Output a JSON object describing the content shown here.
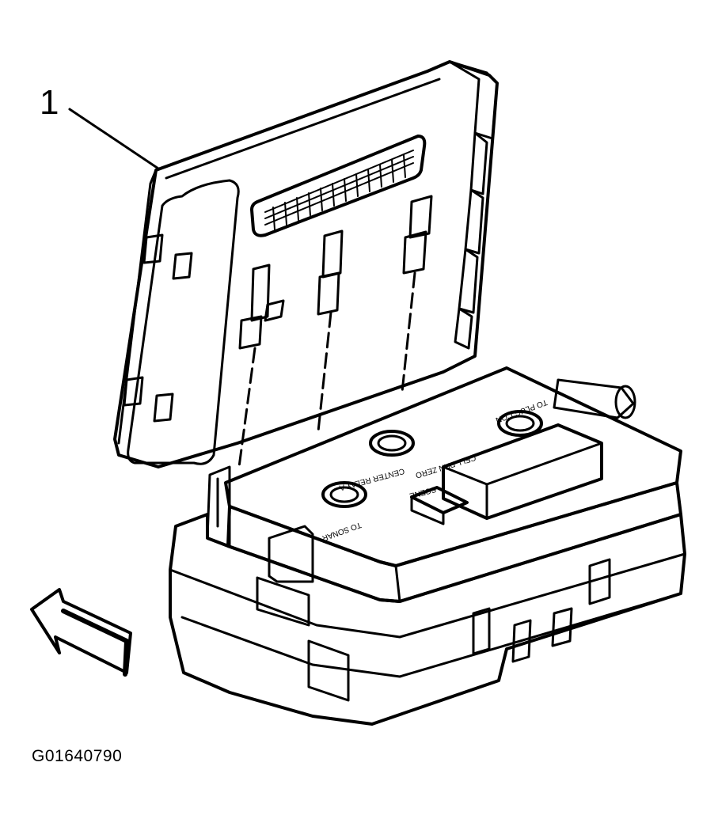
{
  "callout": {
    "number": "1"
  },
  "figure_id": "G01640790",
  "box_labels": {
    "cell_b": "CELL PHN ZERO",
    "center_relay": "CENTER RELAY A",
    "scene": "SCENE",
    "to_plug": "TO PLUG CON",
    "to_sonar": "TO SONAR"
  }
}
